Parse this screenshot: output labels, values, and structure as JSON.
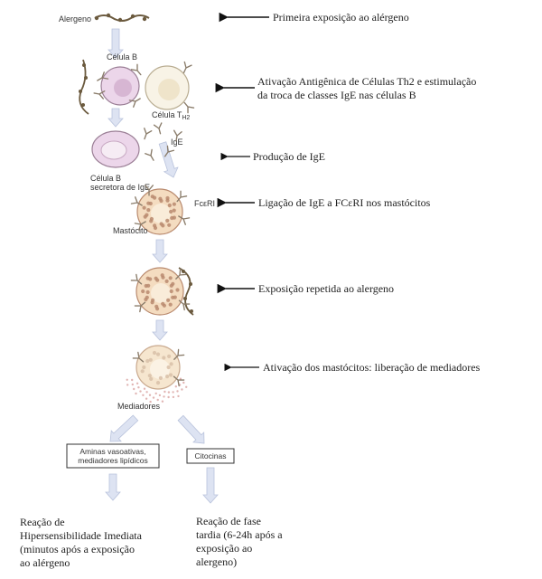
{
  "labels": {
    "allergen": "Alergeno",
    "b_cell": "Célula B",
    "th2_cell": "Célula T",
    "th2_sub": "H2",
    "ige": "IgE",
    "ige_b_cell_line1": "Célula B",
    "ige_b_cell_line2": "secretora de IgE",
    "fceri": "FcεRI",
    "mast_cell": "Mastócito",
    "mediators": "Mediadores"
  },
  "annotations": [
    {
      "lines": [
        "Primeira exposição ao alérgeno"
      ]
    },
    {
      "lines": [
        "Ativação Antigênica de Células Th2 e estimulação",
        "da troca de classes IgE nas células B"
      ]
    },
    {
      "lines": [
        "Produção de IgE"
      ]
    },
    {
      "lines": [
        "Ligação de IgE a FCεRI nos mastócitos"
      ]
    },
    {
      "lines": [
        "Exposição repetida ao alergeno"
      ]
    },
    {
      "lines": [
        "Ativação dos mastócitos: liberação de mediadores"
      ]
    }
  ],
  "boxes": {
    "amines": [
      "Aminas vasoativas,",
      "mediadores lipídicos"
    ],
    "cytokines": [
      "Citocinas"
    ]
  },
  "outcomes": {
    "immediate": [
      "Reação de",
      "Hipersensibilidade Imediata",
      "(minutos após a exposição",
      "ao alérgeno"
    ],
    "late": [
      "Reação de fase",
      "tardia (6-24h após a",
      "exposição ao",
      "alergeno)"
    ]
  },
  "colors": {
    "arrow_fill": "#dde3f2",
    "arrow_stroke": "#b9c3dc",
    "b_cell": "#ecd6ea",
    "th2_cell": "#f8f3e6",
    "mast_cell": "#f4dcc0",
    "granule": "#b98a6e",
    "antibody": "#8a7c6a"
  }
}
